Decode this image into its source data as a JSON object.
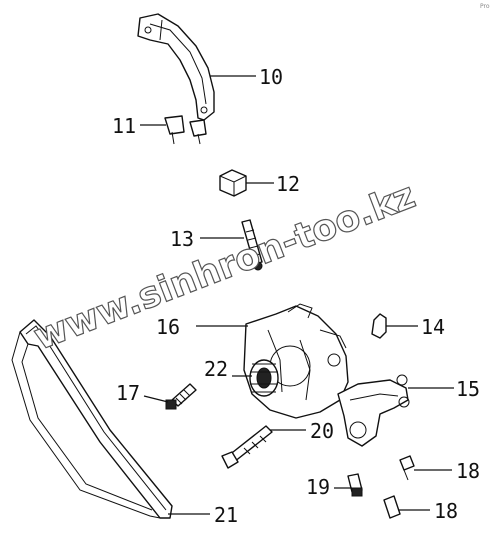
{
  "corner_mark": "Pro",
  "watermark": "www.sinhron-too.kz",
  "callouts": {
    "c10": "10",
    "c11": "11",
    "c12": "12",
    "c13": "13",
    "c14": "14",
    "c15": "15",
    "c16": "16",
    "c17": "17",
    "c18a": "18",
    "c18b": "18",
    "c19": "19",
    "c20": "20",
    "c21": "21",
    "c22": "22"
  }
}
